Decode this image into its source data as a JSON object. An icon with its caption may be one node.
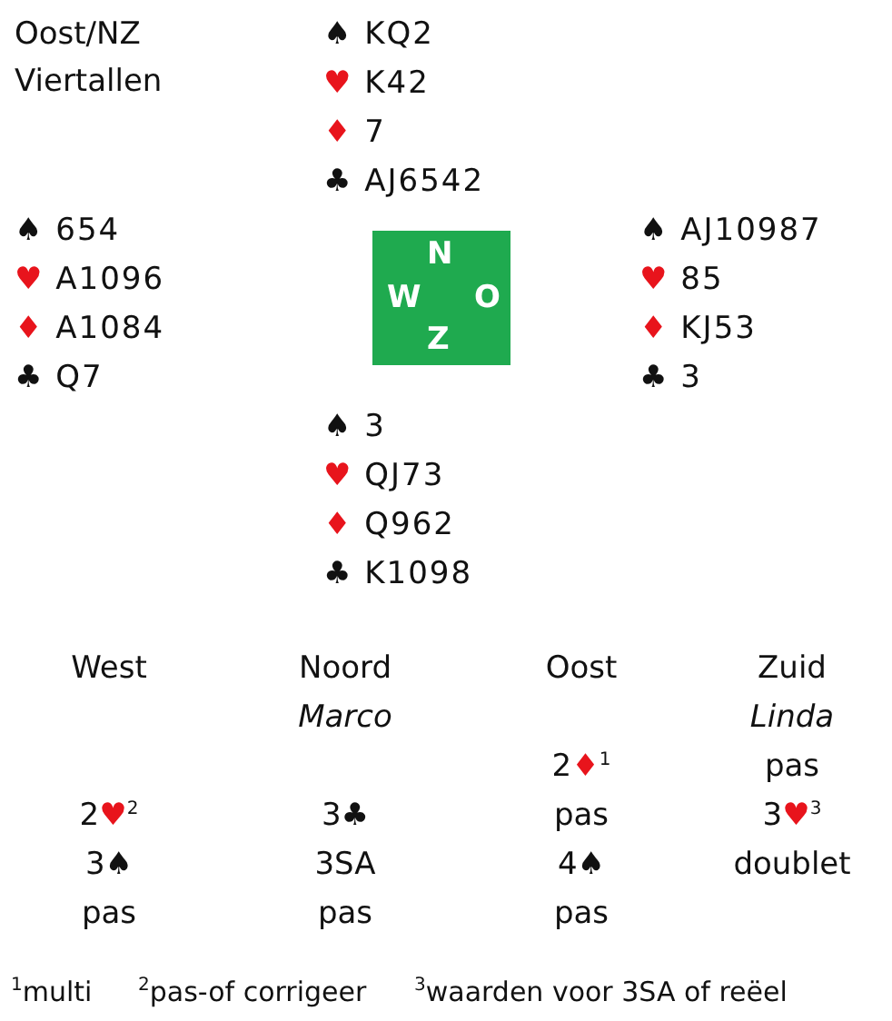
{
  "diagram": {
    "nodes": [
      {
        "text": [
          "N",
          "W",
          "O",
          "Z"
        ]
      }
    ],
    "labels": [
      "Oost/NZ",
      "Viertallen",
      "♠ KQ2",
      "♥ K42",
      "♦ 7",
      "♣ AJ6542",
      "♠ 654",
      "♥ A1096",
      "♦ A1084",
      "♣ Q7",
      "♠ AJ10987",
      "♥ 85",
      "♦ KJ53",
      "♣ 3",
      "♠ 3",
      "♥ QJ73",
      "♦ Q962",
      "♣ K1098",
      "West",
      "Noord",
      "Oost",
      "Zuid",
      "Marco",
      "Linda",
      "2♦$^{1}$",
      "pas",
      "2♥$^{2}$",
      "3♣",
      "pas",
      "3♥$^{3}$",
      "3♠",
      "3SA",
      "4♠",
      "doublet",
      "pas",
      "pas",
      "pas",
      "$^{1}$multi",
      "$^{2}$pas-of corrigeer",
      "$^{3}$waarden voor 3SA of reëel"
    ]
  }
}
